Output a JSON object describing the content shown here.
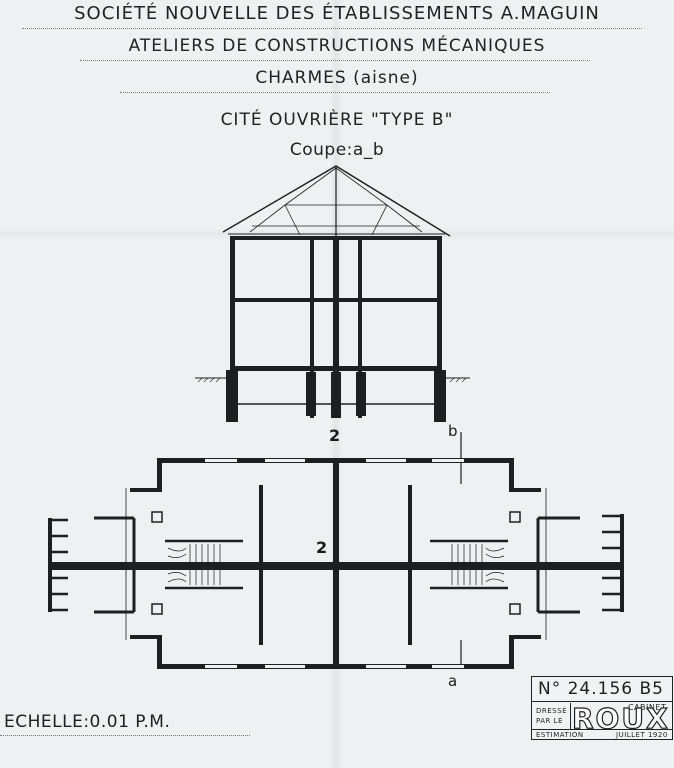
{
  "header": {
    "line1": "SOCIÉTÉ NOUVELLE DES ÉTABLISSEMENTS A.MAGUIN",
    "line2": "ATELIERS DE CONSTRUCTIONS MÉCANIQUES",
    "line3": "CHARMES (aisne)",
    "line4": "CITÉ OUVRIÈRE \"TYPE B\"",
    "line5": "Coupe:a_b"
  },
  "labels": {
    "section_mark_top": "2",
    "section_mark_plan": "2",
    "cut_b": "b",
    "cut_a": "a"
  },
  "footer": {
    "scale": "ECHELLE:0.01 P.M."
  },
  "stamp": {
    "number": "N° 24.156 B5",
    "dresse_line1": "DRESSÉ",
    "dresse_line2": "PAR LE",
    "cabinet": "CABINET",
    "name": "ROUX",
    "estimation": "ESTIMATION",
    "date": "JUILLET 1920"
  },
  "colors": {
    "ink": "#1d1f22",
    "paper": "#eef0f2"
  }
}
